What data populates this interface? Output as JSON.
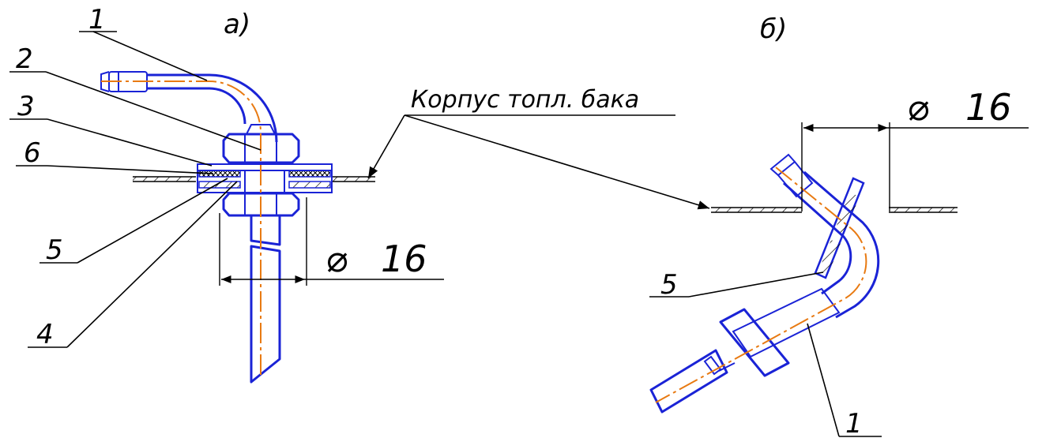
{
  "view_a": {
    "caption": "а)",
    "labels": {
      "l1": "1",
      "l2": "2",
      "l3": "3",
      "l6": "6",
      "l5": "5",
      "l4": "4"
    },
    "dimension": {
      "symbol": "⌀",
      "value": "16"
    }
  },
  "view_b": {
    "caption": "б)",
    "labels": {
      "l5": "5",
      "l1": "1"
    },
    "dimension": {
      "symbol": "⌀",
      "value": "16"
    }
  },
  "callout": {
    "tank_body": "Корпус топл. бака"
  },
  "colors": {
    "part_outline": "#1a23d6",
    "axis_line": "#e87a12",
    "leader": "#000000"
  }
}
